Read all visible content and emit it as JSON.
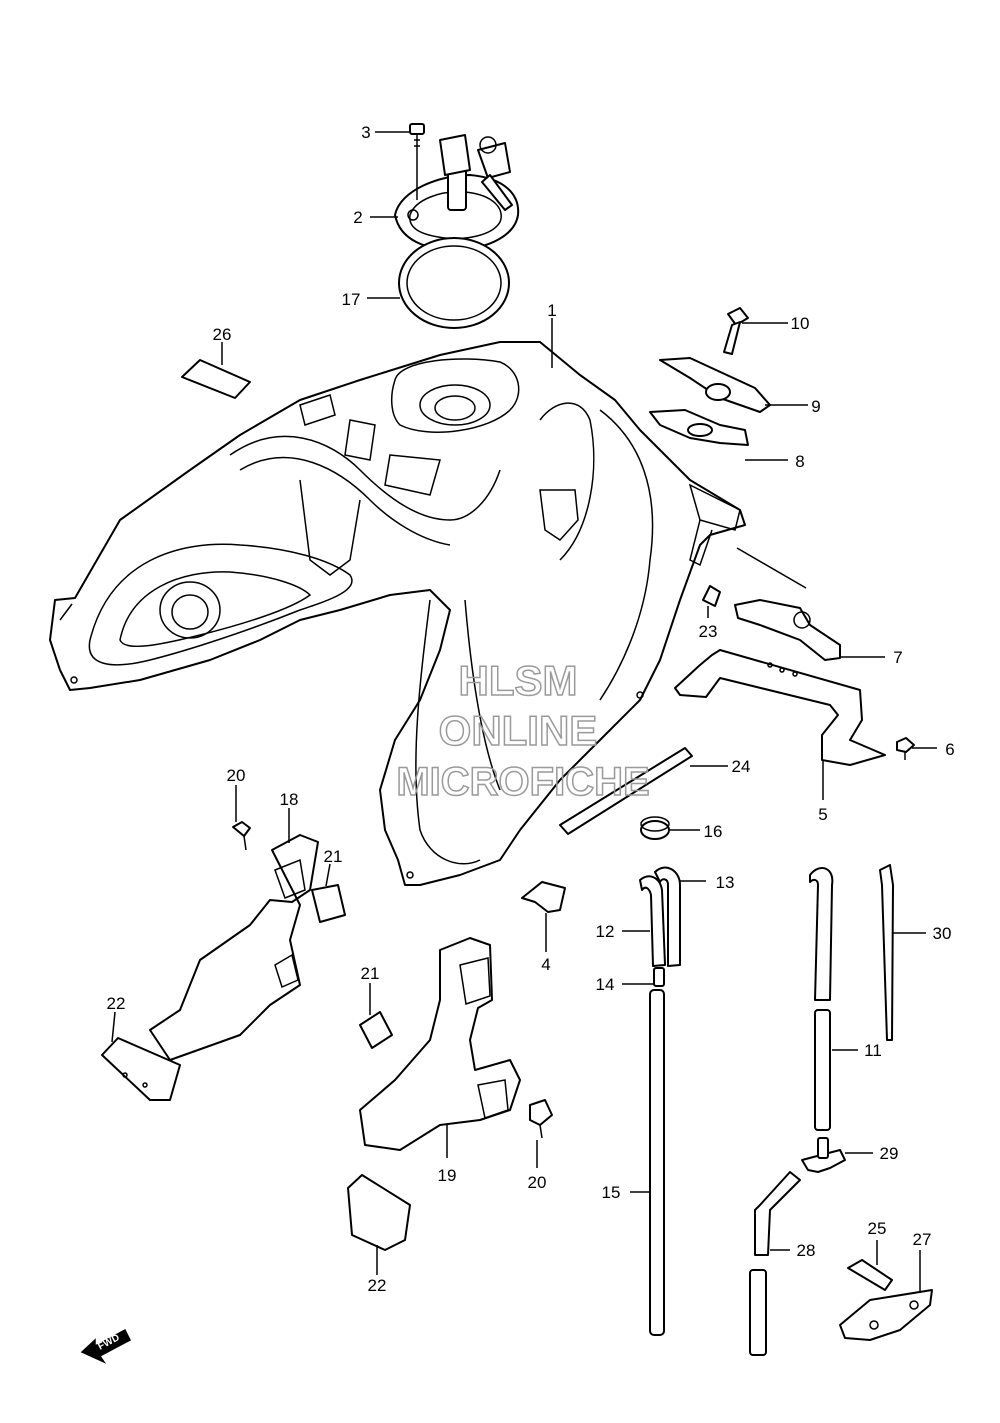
{
  "callouts": [
    {
      "id": "c1",
      "label": "1"
    },
    {
      "id": "c2",
      "label": "2"
    },
    {
      "id": "c3",
      "label": "3"
    },
    {
      "id": "c4",
      "label": "4"
    },
    {
      "id": "c5",
      "label": "5"
    },
    {
      "id": "c6",
      "label": "6"
    },
    {
      "id": "c7",
      "label": "7"
    },
    {
      "id": "c8",
      "label": "8"
    },
    {
      "id": "c9",
      "label": "9"
    },
    {
      "id": "c10",
      "label": "10"
    },
    {
      "id": "c11",
      "label": "11"
    },
    {
      "id": "c12",
      "label": "12"
    },
    {
      "id": "c13",
      "label": "13"
    },
    {
      "id": "c14",
      "label": "14"
    },
    {
      "id": "c15",
      "label": "15"
    },
    {
      "id": "c16",
      "label": "16"
    },
    {
      "id": "c17",
      "label": "17"
    },
    {
      "id": "c18",
      "label": "18"
    },
    {
      "id": "c19",
      "label": "19"
    },
    {
      "id": "c20a",
      "label": "20"
    },
    {
      "id": "c20b",
      "label": "20"
    },
    {
      "id": "c21a",
      "label": "21"
    },
    {
      "id": "c21b",
      "label": "21"
    },
    {
      "id": "c22a",
      "label": "22"
    },
    {
      "id": "c22b",
      "label": "22"
    },
    {
      "id": "c23",
      "label": "23"
    },
    {
      "id": "c24",
      "label": "24"
    },
    {
      "id": "c25",
      "label": "25"
    },
    {
      "id": "c26",
      "label": "26"
    },
    {
      "id": "c27",
      "label": "27"
    },
    {
      "id": "c28",
      "label": "28"
    },
    {
      "id": "c29",
      "label": "29"
    },
    {
      "id": "c30",
      "label": "30"
    }
  ],
  "watermark": {
    "line1": "HLSM",
    "line2": "ONLINE",
    "line3": "MICROFICHE"
  },
  "fwd_label": "FWD"
}
